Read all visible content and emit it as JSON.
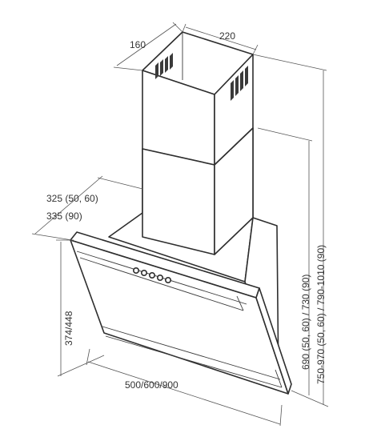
{
  "dimensions": {
    "chimney_depth": "160",
    "chimney_width": "220",
    "depth_line1": "325 (50, 60)",
    "depth_line2": "335 (90)",
    "glass_height": "374/448",
    "hood_width": "500/600/900",
    "height_min": "690 (50, 60) / 730 (90)",
    "height_max": "750-970 (50, 60) / 790-1010 (90)"
  }
}
